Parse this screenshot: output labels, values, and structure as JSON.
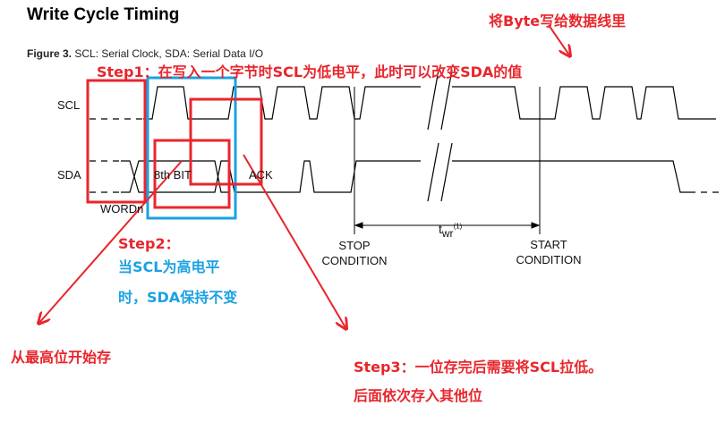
{
  "header": {
    "title": "Write Cycle Timing",
    "figure_label": "Figure 3.",
    "figure_text": "SCL: Serial Clock, SDA: Serial Data I/O"
  },
  "signals": {
    "scl": "SCL",
    "sda": "SDA",
    "word_n": "WORDn",
    "bit8": "8th BIT",
    "ack": "ACK",
    "twr": "t",
    "twr_sub": "wr",
    "twr_sup": "(1)",
    "stop": [
      "STOP",
      "CONDITION"
    ],
    "start": [
      "START",
      "CONDITION"
    ]
  },
  "annotations": {
    "top_right": "将Byte写给数据线里",
    "step1": "Step1：在写入一个字节时SCL为低电平，此时可以改变SDA的值",
    "step2_title": "Step2：",
    "step2_line1": "当SCL为高电平",
    "step2_line2": "时，SDA保持不变",
    "left_note": "从最高位开始存",
    "step3_line1": "Step3：一位存完后需要将SCL拉低。",
    "step3_line2": "后面依次存入其他位"
  },
  "colors": {
    "annotation_red": "#e8262c",
    "annotation_blue": "#1ba1e2",
    "waveform": "#000000"
  }
}
